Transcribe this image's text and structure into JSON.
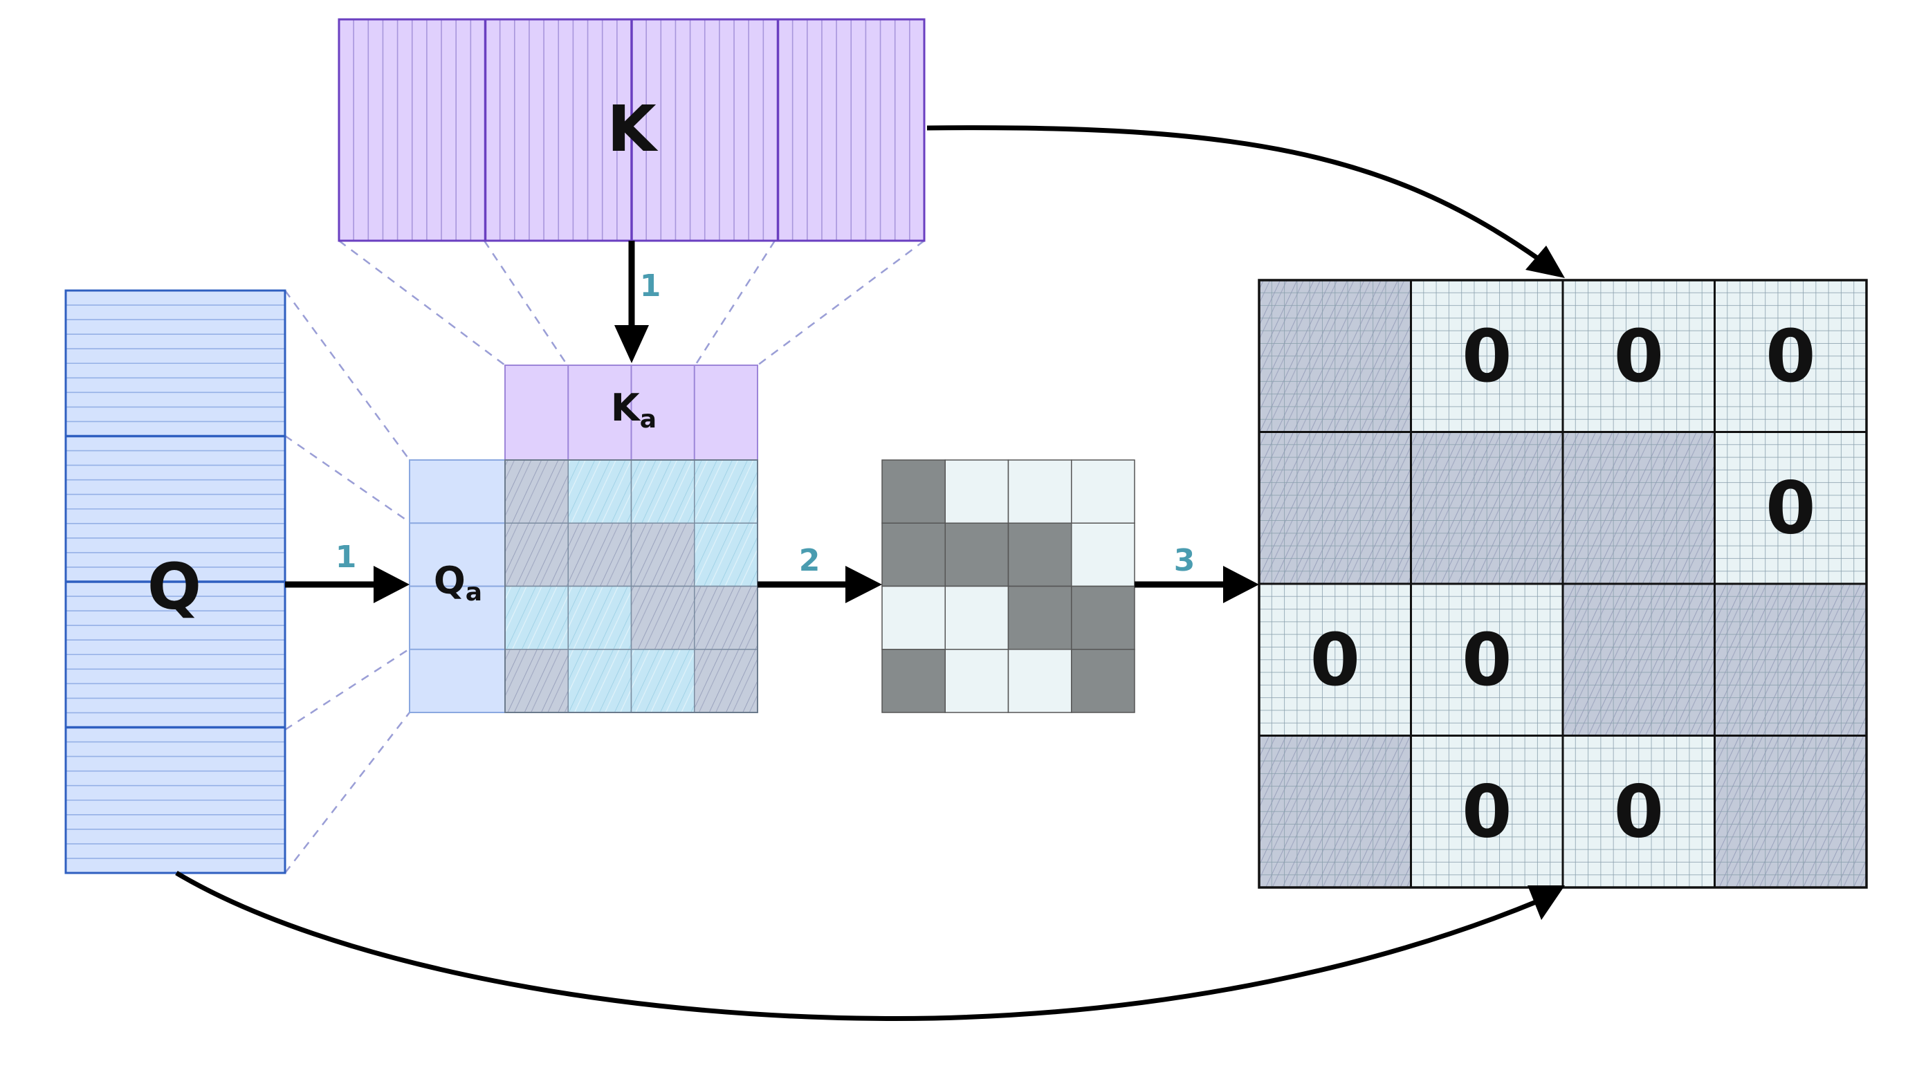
{
  "labels": {
    "k": "K",
    "q": "Q",
    "ka": "K",
    "ka_sub": "a",
    "qa": "Q",
    "qa_sub": "a"
  },
  "steps": {
    "k_to_ka": "1",
    "q_to_qa": "1",
    "scores_to_mask": "2",
    "mask_to_output": "3"
  },
  "colors": {
    "k_fill": "#e0d0fd",
    "k_stroke": "#6a3fc0",
    "q_fill": "#d4e2fd",
    "q_stroke": "#2f5fc0",
    "step_label": "#4a9cb0",
    "mask_dark": "#868b8c",
    "mask_light": "#ebf4f6",
    "output_light": "#e9f3f5",
    "hatch_stroke": "#7d86a8",
    "arrow": "#000000"
  },
  "score_grid": {
    "hatched": [
      [
        1,
        0,
        0,
        0
      ],
      [
        1,
        1,
        1,
        0
      ],
      [
        0,
        0,
        1,
        1
      ],
      [
        1,
        0,
        0,
        1
      ]
    ]
  },
  "mask_grid": {
    "dark": [
      [
        1,
        0,
        0,
        0
      ],
      [
        1,
        1,
        1,
        0
      ],
      [
        0,
        0,
        1,
        1
      ],
      [
        1,
        0,
        0,
        1
      ]
    ]
  },
  "output_grid": {
    "zero_label": "0",
    "cells": [
      [
        "h",
        "0",
        "0",
        "0"
      ],
      [
        "h",
        "h",
        "h",
        "0"
      ],
      [
        "0",
        "0",
        "h",
        "h"
      ],
      [
        "h",
        "0",
        "0",
        "h"
      ]
    ]
  }
}
